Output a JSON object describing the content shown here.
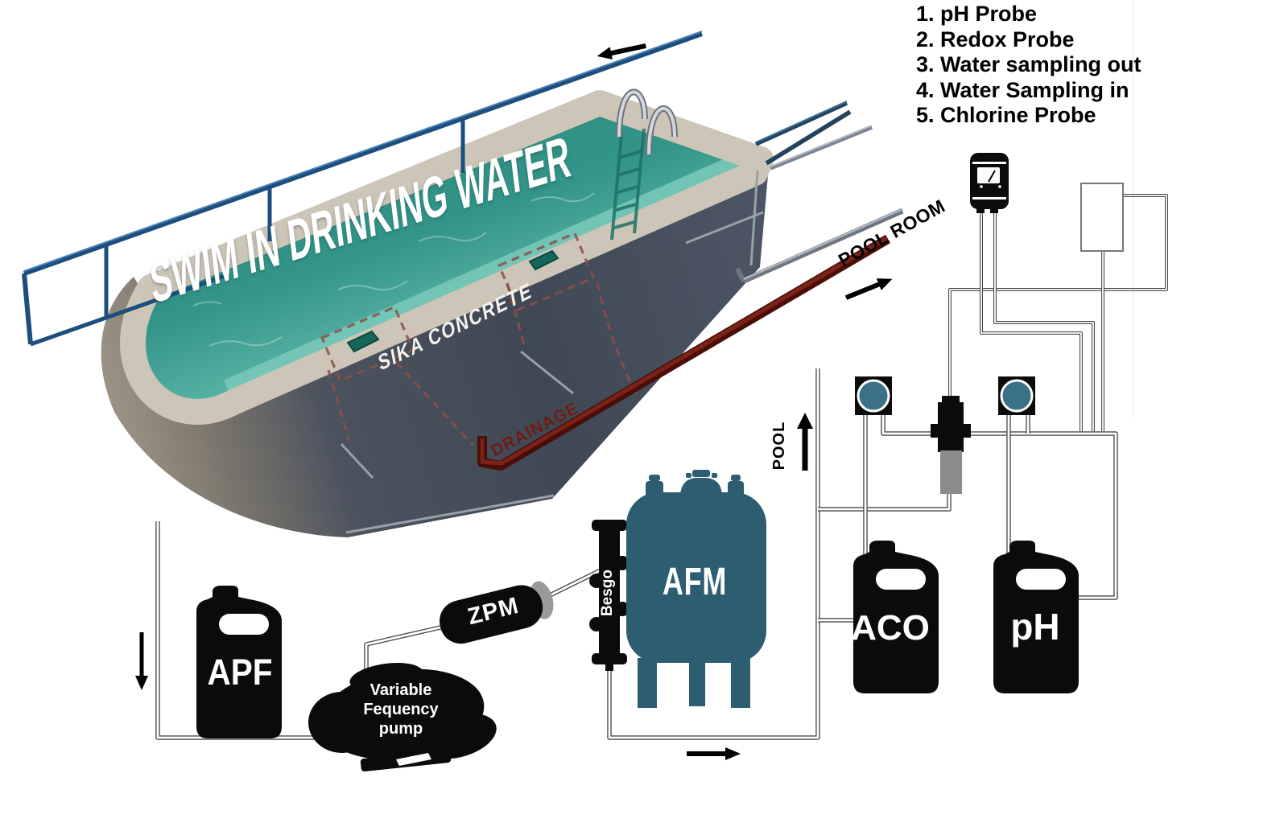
{
  "legend": {
    "items": [
      "1. pH Probe",
      "2. Redox Probe",
      "3. Water sampling out",
      "4. Water Sampling in",
      "5. Chlorine Probe"
    ]
  },
  "pool": {
    "banner": "SWIM IN DRINKING WATER",
    "wall_label": "SIKA CONCRETE",
    "drainage_label": "DRAINAGE"
  },
  "flow_labels": {
    "pool_room": "POOL ROOM",
    "pool": "POOL"
  },
  "equipment": {
    "apf_jug": "APF",
    "pump_line1": "Variable",
    "pump_line2": "Fequency",
    "pump_line3": "pump",
    "zpm": "ZPM",
    "besgo": "Besgo",
    "afm_tank": "AFM",
    "aco_jug": "ACO",
    "ph_jug": "pH"
  },
  "colors": {
    "water": "#2f9488",
    "water_shallow": "#7bc9ba",
    "concrete_rim": "#cdc5b7",
    "pool_wall": "#414a56",
    "tank_teal": "#2d5d70",
    "pump_circle": "#3b7187",
    "drainage_red": "#6e1d14",
    "rail_blue": "#1d4e7e",
    "ink": "#000000"
  }
}
